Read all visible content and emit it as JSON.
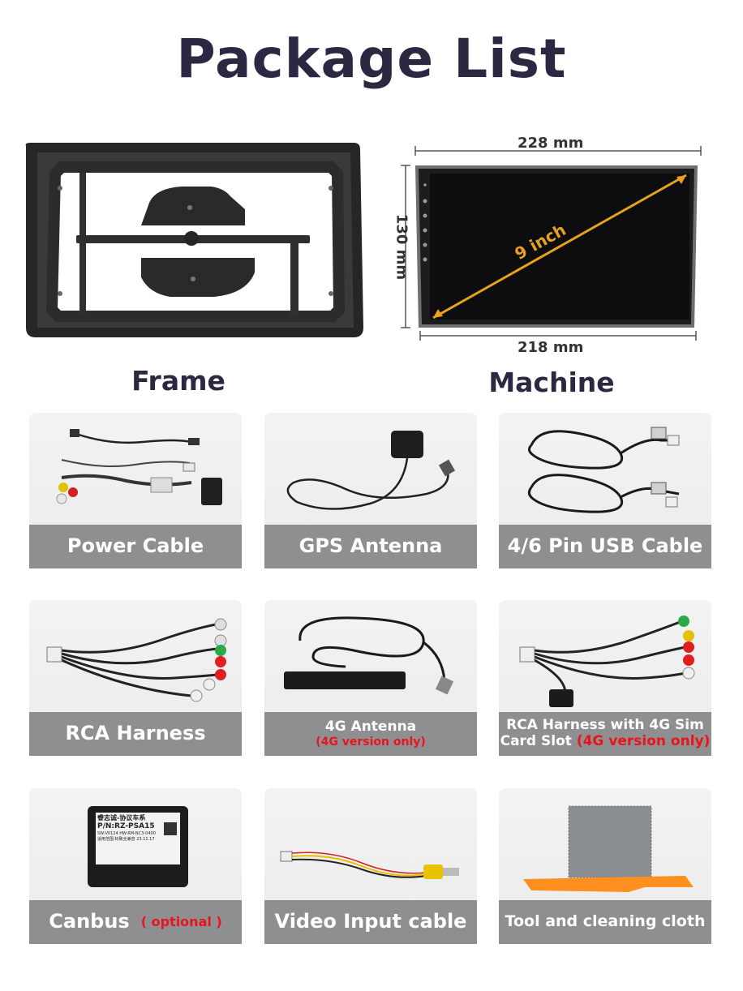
{
  "title": "Package List",
  "sections": {
    "frame_label": "Frame",
    "machine_label": "Machine"
  },
  "machine": {
    "width_top": "228 mm",
    "width_bottom": "218 mm",
    "height": "130 mm",
    "diagonal": "9 inch"
  },
  "items": [
    {
      "label": "Power Cable"
    },
    {
      "label": "GPS Antenna"
    },
    {
      "label": "4/6 Pin USB Cable"
    },
    {
      "label": "RCA Harness"
    },
    {
      "label": "4G Antenna",
      "note": "(4G version only)"
    },
    {
      "label_line1": "RCA Harness with 4G Sim",
      "label_line2": "Card Slot",
      "note": "(4G version only)"
    },
    {
      "label": "Canbus",
      "note": "( optional )"
    },
    {
      "label": "Video Input cable"
    },
    {
      "label": "Tool and cleaning cloth"
    }
  ],
  "canbus_box": {
    "line1": "睿志诚-协议车系",
    "line2": "P/N:RZ-PSA15",
    "line3": "SW:V0124  HW:RM-NC3-0400",
    "line4": "适用范围:标致全兼容  23.11.17"
  },
  "colors": {
    "title": "#2b2942",
    "band": "#8f8f91",
    "note_red": "#e8141c",
    "dimension_arrow": "#e6a21c"
  }
}
